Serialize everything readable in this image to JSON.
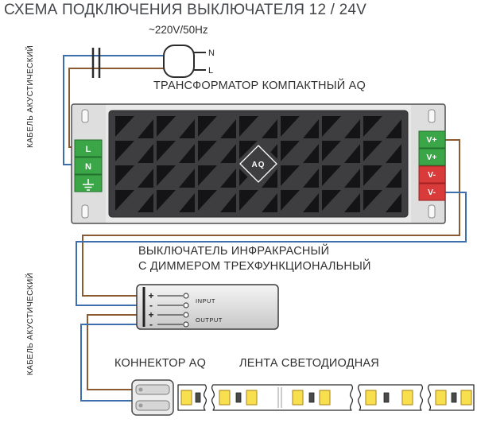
{
  "title": "СХЕМА ПОДКЛЮЧЕНИЯ ВЫКЛЮЧАТЕЛЯ 12 / 24V",
  "mains": {
    "voltage": "~220V/50Hz",
    "neutral": "N",
    "live": "L"
  },
  "cable": {
    "top": "КАБЕЛЬ АКУСТИЧЕСКИЙ",
    "bottom": "КАБЕЛЬ АКУСТИЧЕСКИЙ"
  },
  "transformer": {
    "label": "ТРАНСФОРМАТОР КОМПАКТНЫЙ AQ",
    "logo": "AQ",
    "left_terminals": {
      "l": "L",
      "n": "N",
      "ground": "⏚"
    },
    "right_terminals": [
      "V+",
      "V+",
      "V-",
      "V-"
    ]
  },
  "switch": {
    "label_line1": "ВЫКЛЮЧАТЕЛЬ ИНФРАКРАСНЫЙ",
    "label_line2": "С ДИММЕРОМ ТРЕХФУНКЦИОНАЛЬНЫЙ",
    "input_label": "INPUT",
    "output_label": "OUTPUT",
    "terminals": [
      "+",
      "-",
      "+",
      "-"
    ]
  },
  "connector": {
    "label": "КОННЕКТОР AQ"
  },
  "led_strip": {
    "label": "ЛЕНТА СВЕТОДИОДНАЯ"
  },
  "colors": {
    "wire_blue": "#3d6fae",
    "wire_brown": "#8a5a33",
    "terminal_green": "#3aa648",
    "terminal_red": "#d93a3a"
  }
}
